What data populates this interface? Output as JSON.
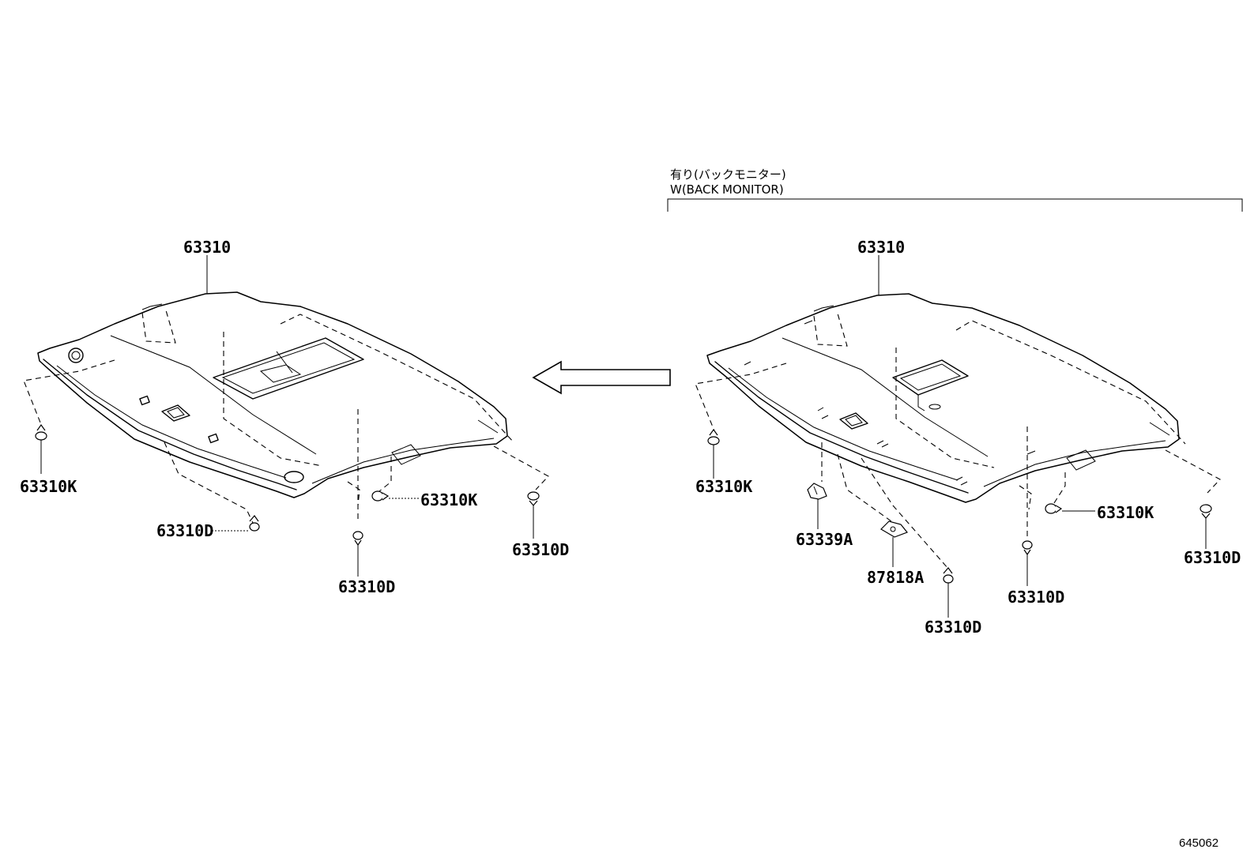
{
  "diagram": {
    "condition_label_jp": "有り(バックモニター)",
    "condition_label_en": "W(BACK MONITOR)",
    "illustration_id": "645062",
    "left_view": {
      "headliner": "63310",
      "clip_left": "63310K",
      "clip_center": "63310K",
      "screw_front": "63310D",
      "screw_center": "63310D",
      "screw_right": "63310D"
    },
    "right_view": {
      "headliner": "63310",
      "clip_left": "63310K",
      "clip_center": "63310K",
      "bracket": "63339A",
      "cover": "87818A",
      "screw_front": "63310D",
      "screw_center": "63310D",
      "screw_right": "63310D"
    }
  }
}
